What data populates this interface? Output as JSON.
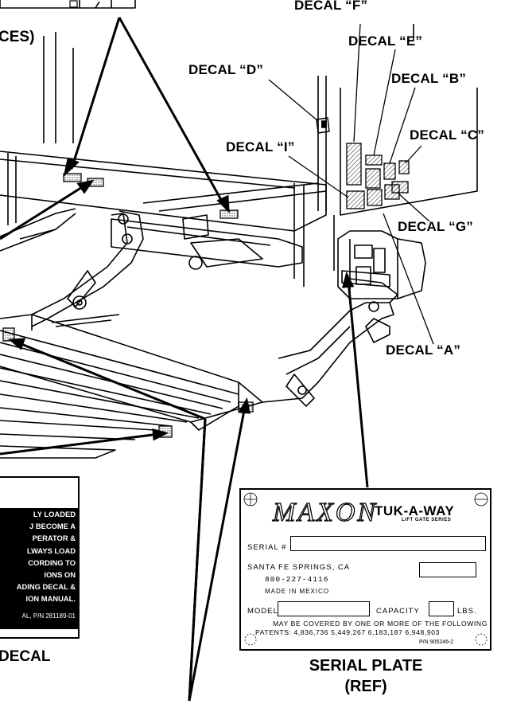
{
  "labels": {
    "decal_f": "DECAL “F”",
    "decal_e": "DECAL “E”",
    "decal_d": "DECAL “D”",
    "decal_b": "DECAL “B”",
    "decal_c": "DECAL “C”",
    "decal_i": "DECAL “I”",
    "decal_g": "DECAL “G”",
    "decal_a": "DECAL “A”",
    "ces_partial": "CES)",
    "decal_partial": "DECAL",
    "serial_plate_line1": "SERIAL PLATE",
    "serial_plate_line2": "(REF)"
  },
  "warning_decal": {
    "lines": [
      "LY LOADED",
      "J BECOME A",
      "PERATOR &",
      "LWAYS LOAD",
      "CORDING TO",
      "IONS ON",
      "ADING DECAL &",
      "ION MANUAL."
    ],
    "part_number": "AL, P/N 281189-01"
  },
  "serial_plate": {
    "brand": "MAXON",
    "product": "TUK-A-WAY",
    "product_sub": "LIFT GATE SERIES",
    "serial_label": "SERIAL #",
    "city": "SANTA FE SPRINGS, CA",
    "phone": "800-227-4116",
    "origin": "MADE IN MEXICO",
    "model_label": "MODEL",
    "capacity_label": "CAPACITY",
    "units": "LBS.",
    "patents_line1": "MAY BE COVERED BY ONE OR MORE OF THE FOLLOWING",
    "patents_line2": "PATENTS: 4,836,736 5,449,267 6,183,187 6,948,903",
    "part_number": "P/N 905246-2"
  }
}
